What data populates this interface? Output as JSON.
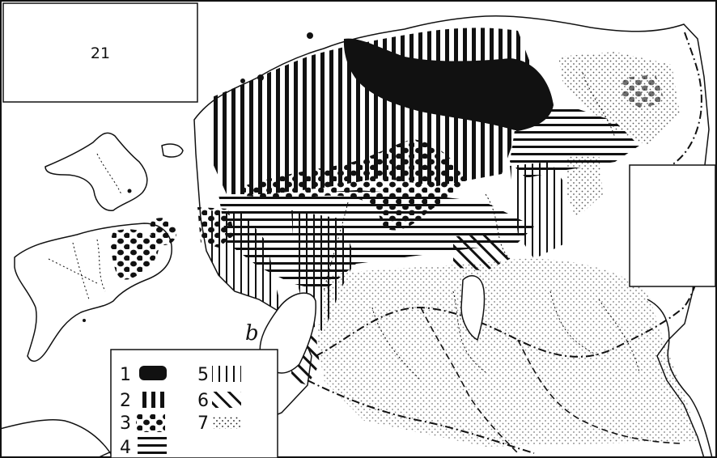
{
  "map": {
    "sheet_number": "21",
    "panel_letter": "b",
    "legend": [
      {
        "key": "1",
        "pattern": "solid-black"
      },
      {
        "key": "2",
        "pattern": "thick-vertical-hatch"
      },
      {
        "key": "3",
        "pattern": "dots-blobs"
      },
      {
        "key": "4",
        "pattern": "horizontal-hatch"
      },
      {
        "key": "5",
        "pattern": "thin-vertical-hatch"
      },
      {
        "key": "6",
        "pattern": "diagonal-hatch"
      },
      {
        "key": "7",
        "pattern": "fine-dots"
      }
    ],
    "colors": {
      "ink": "#111111",
      "paper": "#ffffff"
    }
  }
}
